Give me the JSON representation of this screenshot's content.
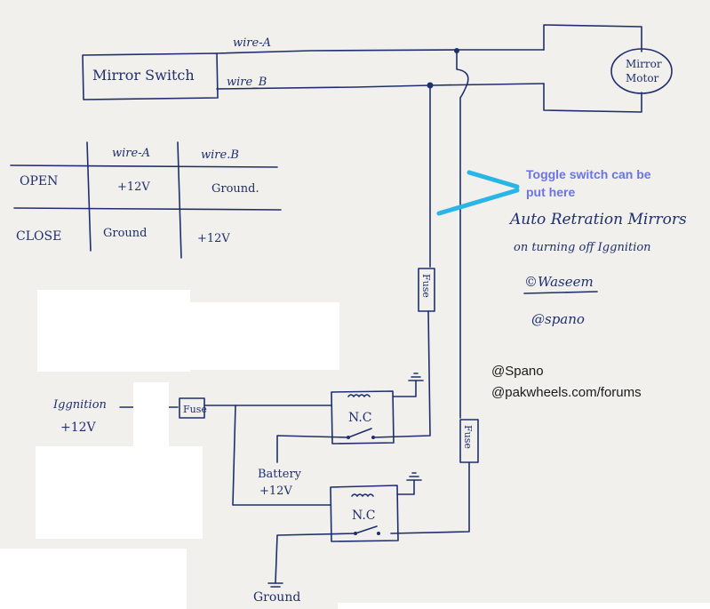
{
  "labels": {
    "mirror_switch": "Mirror Switch",
    "wire_a": "wire-A",
    "wire_b": "wire_B",
    "mirror_motor_line1": "Mirror",
    "mirror_motor_line2": "Motor",
    "fuse": "Fuse",
    "nc": "N.C",
    "ignition_line1": "Iggnition",
    "ignition_line2": "+12V",
    "battery_line1": "Battery",
    "battery_line2": "+12V",
    "ground": "Ground"
  },
  "truth_table": {
    "headers": [
      "wire-A",
      "wire.B"
    ],
    "rows": [
      {
        "label": "OPEN",
        "wire_a": "+12V",
        "wire_b": "Ground."
      },
      {
        "label": "CLOSE",
        "wire_a": "Ground",
        "wire_b": "+12V"
      }
    ]
  },
  "notes": {
    "toggle_line1": "Toggle switch can be",
    "toggle_line2": "put here",
    "title_line1": "Auto Retration Mirrors",
    "title_line2": "on turning off Iggnition",
    "author": "©Waseem",
    "handle": "@spano",
    "credit_line1": "@Spano",
    "credit_line2": "@pakwheels.com/forums"
  },
  "colors": {
    "ink": "#1f2f6e",
    "annotation": "#6a74e6",
    "highlight": "#29b6e6",
    "paper": "#f1f0ed"
  }
}
